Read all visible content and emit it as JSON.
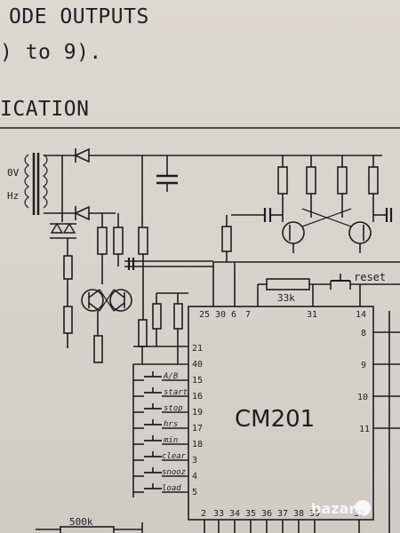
{
  "heading": {
    "line1": "ODE OUTPUTS",
    "line2": ") to 9).",
    "section": "ICATION"
  },
  "schematic": {
    "transformer": {
      "voltage": "0V",
      "frequency": "Hz"
    },
    "resistors": {
      "r_33k": "33k",
      "r_500k": "500k"
    },
    "reset_label": "reset",
    "chip": {
      "name": "CM201",
      "top_pins": [
        "25",
        "30",
        "6",
        "7"
      ],
      "top_pin_31": "31",
      "top_pin_14": "14",
      "left_pins": [
        "21",
        "40",
        "15",
        "16",
        "19",
        "17",
        "18",
        "3",
        "4",
        "5"
      ],
      "right_pins": [
        "8",
        "9",
        "10",
        "11"
      ],
      "bottom_pins": [
        "2",
        "33",
        "34",
        "35",
        "36",
        "37",
        "38",
        "39",
        "32"
      ]
    },
    "switches": [
      "A/B",
      "start",
      "stop",
      "hrs",
      "min",
      "clear",
      "snooz",
      "load"
    ]
  },
  "watermark": {
    "text": "bazar"
  }
}
